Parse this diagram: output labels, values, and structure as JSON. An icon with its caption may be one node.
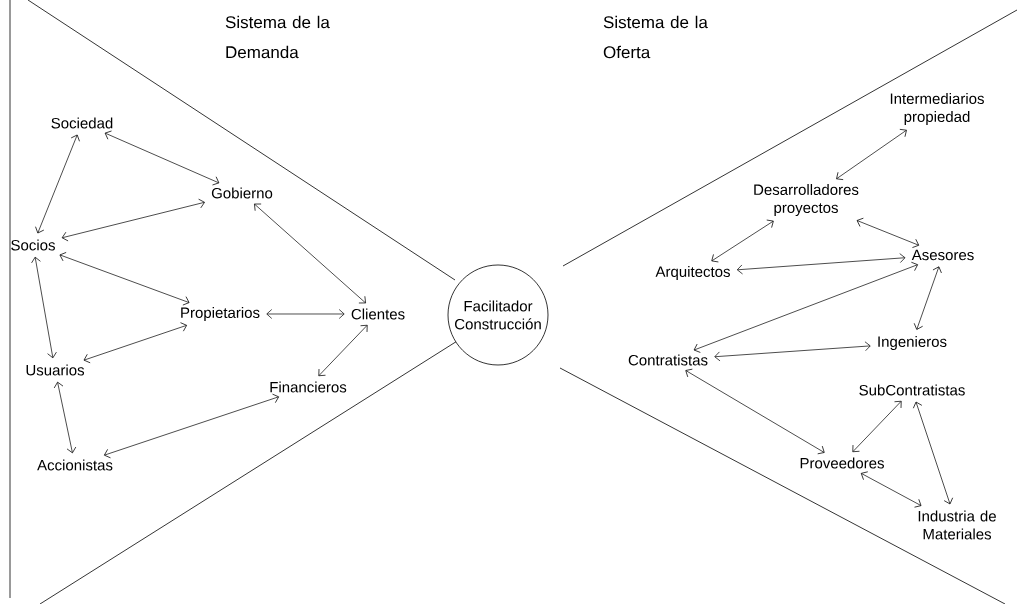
{
  "diagram": {
    "nodes": [
      {
        "text": [
          "Sociedad"
        ]
      },
      {
        "text": [
          "Gobierno"
        ]
      },
      {
        "text": [
          "Socios"
        ]
      },
      {
        "text": [
          "Propietarios"
        ]
      },
      {
        "text": [
          "Clientes"
        ]
      },
      {
        "text": [
          "Usuarios"
        ]
      },
      {
        "text": [
          "Financieros"
        ]
      },
      {
        "text": [
          "Accionistas"
        ]
      },
      {
        "text": [
          "Facilitador Construcción"
        ]
      },
      {
        "text": [
          "Intermediarios propiedad"
        ]
      },
      {
        "text": [
          "Desarrolladores proyectos"
        ]
      },
      {
        "text": [
          "Asesores"
        ]
      },
      {
        "text": [
          "Arquitectos"
        ]
      },
      {
        "text": [
          "Ingenieros"
        ]
      },
      {
        "text": [
          "Contratistas"
        ]
      },
      {
        "text": [
          "SubContratistas"
        ]
      },
      {
        "text": [
          "Proveedores"
        ]
      },
      {
        "text": [
          "Industria de Materiales"
        ]
      }
    ],
    "edges": [
      {
        "from": 0,
        "to": 1,
        "arrow": "both"
      },
      {
        "from": 0,
        "to": 2,
        "arrow": "both"
      },
      {
        "from": 2,
        "to": 1,
        "arrow": "both"
      },
      {
        "from": 1,
        "to": 4,
        "arrow": "both"
      },
      {
        "from": 2,
        "to": 3,
        "arrow": "both"
      },
      {
        "from": 2,
        "to": 5,
        "arrow": "both"
      },
      {
        "from": 3,
        "to": 4,
        "arrow": "both"
      },
      {
        "from": 5,
        "to": 3,
        "arrow": "both"
      },
      {
        "from": 6,
        "to": 4,
        "arrow": "both"
      },
      {
        "from": 5,
        "to": 7,
        "arrow": "both"
      },
      {
        "from": 7,
        "to": 6,
        "arrow": "both"
      },
      {
        "from": 10,
        "to": 9,
        "arrow": "both"
      },
      {
        "from": 12,
        "to": 10,
        "arrow": "both"
      },
      {
        "from": 10,
        "to": 11,
        "arrow": "both"
      },
      {
        "from": 12,
        "to": 11,
        "arrow": "both"
      },
      {
        "from": 11,
        "to": 13,
        "arrow": "both"
      },
      {
        "from": 14,
        "to": 11,
        "arrow": "both"
      },
      {
        "from": 14,
        "to": 13,
        "arrow": "both"
      },
      {
        "from": 14,
        "to": 16,
        "arrow": "both"
      },
      {
        "from": 16,
        "to": 15,
        "arrow": "both"
      },
      {
        "from": 15,
        "to": 17,
        "arrow": "both"
      },
      {
        "from": 16,
        "to": 17,
        "arrow": "both"
      }
    ],
    "labels": [
      "Sistema de la Demanda",
      "Sistema de la Oferta"
    ]
  }
}
